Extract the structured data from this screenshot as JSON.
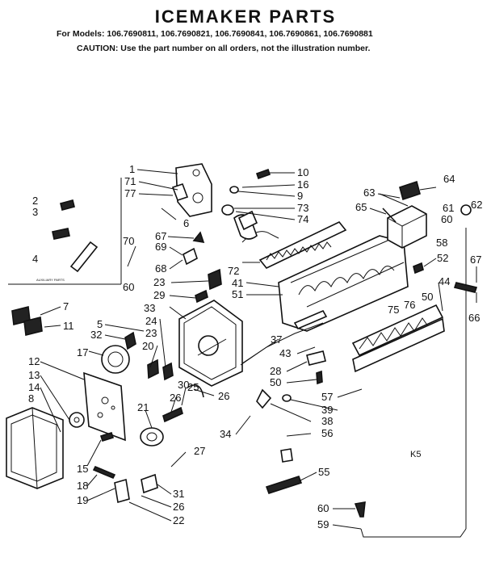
{
  "header": {
    "title": "ICEMAKER PARTS",
    "models": "For Models: 106.7690811, 106.7690821, 106.7690841, 106.7690861, 106.7690881",
    "caution": "CAUTION: Use the part number on all orders, not the illustration number."
  },
  "auxiliary_label": "AUXILIARY PARTS",
  "corner_code": "K5",
  "callouts": [
    "1",
    "71",
    "77",
    "2",
    "3",
    "4",
    "10",
    "16",
    "9",
    "73",
    "74",
    "6",
    "67",
    "70",
    "69",
    "68",
    "60",
    "23",
    "29",
    "72",
    "41",
    "51",
    "63",
    "64",
    "65",
    "61",
    "60",
    "62",
    "58",
    "52",
    "67",
    "50",
    "44",
    "75",
    "76",
    "66",
    "7",
    "11",
    "5",
    "32",
    "33",
    "24",
    "23",
    "20",
    "17",
    "37",
    "12",
    "13",
    "14",
    "8",
    "43",
    "28",
    "50",
    "57",
    "39",
    "38",
    "56",
    "26",
    "25",
    "30",
    "21",
    "26",
    "34",
    "27",
    "31",
    "26",
    "22",
    "15",
    "18",
    "19",
    "55",
    "60",
    "59"
  ]
}
